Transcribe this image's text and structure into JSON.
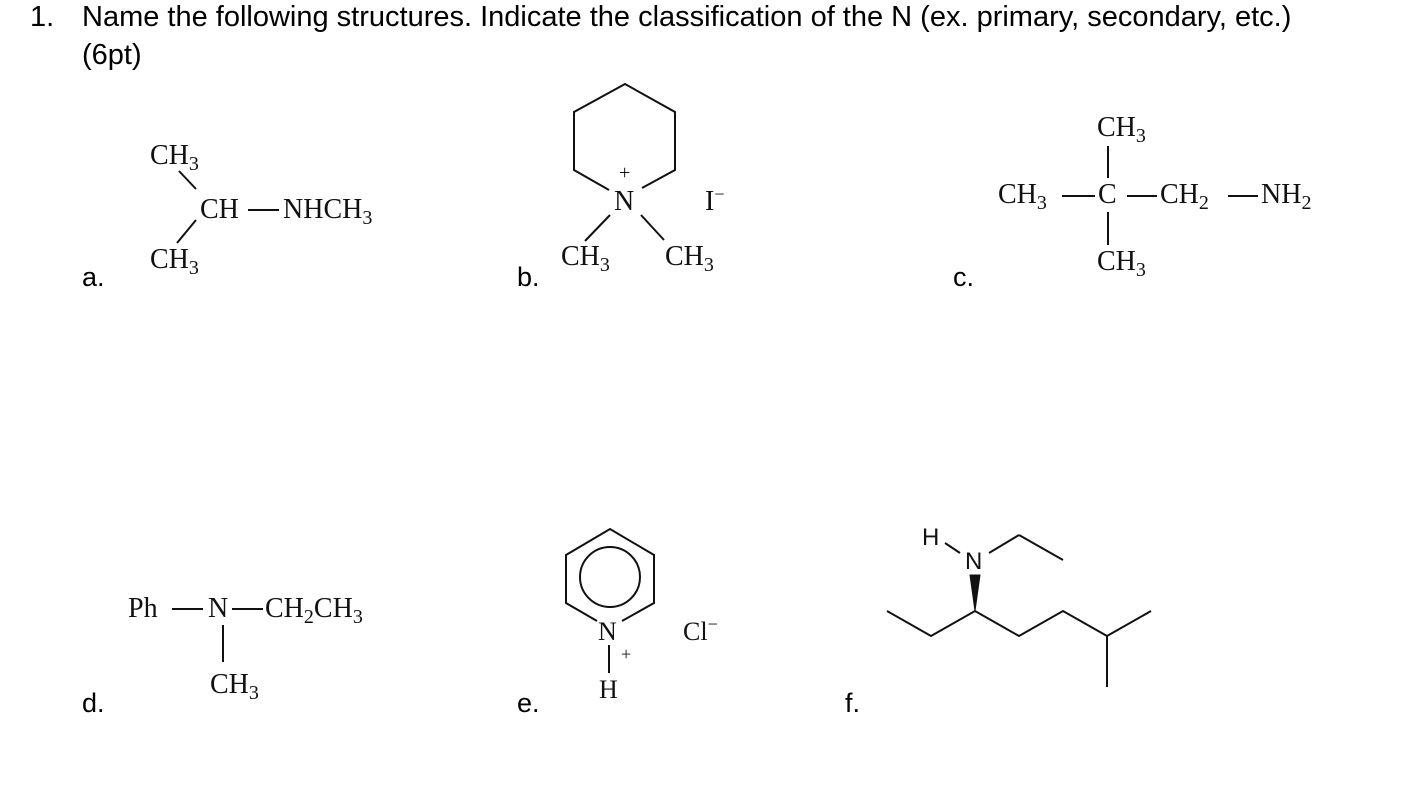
{
  "question": {
    "number": "1.",
    "text": "Name the following structures. Indicate the classification of the N (ex. primary, secondary, etc.)",
    "points": "(6pt)"
  },
  "structures": [
    {
      "label": "a.",
      "groups": {
        "top": "CH",
        "top_sub": "3",
        "center": "CH",
        "right": "NHCH",
        "right_sub": "3",
        "bottom": "CH",
        "bottom_sub": "3"
      }
    },
    {
      "label": "b.",
      "ring": "cyclohexane",
      "n": "N",
      "charge": "+",
      "left": "CH",
      "left_sub": "3",
      "right": "CH",
      "right_sub": "3",
      "counterion": "I",
      "counterion_charge": "−"
    },
    {
      "label": "c.",
      "top": "CH",
      "top_sub": "3",
      "left": "CH",
      "left_sub": "3",
      "center": "C",
      "right1": "CH",
      "right1_sub": "2",
      "right2": "NH",
      "right2_sub": "2",
      "bottom": "CH",
      "bottom_sub": "3"
    },
    {
      "label": "d.",
      "left": "Ph",
      "n": "N",
      "right": "CH",
      "right_sub1": "2",
      "right_mid": "CH",
      "right_sub2": "3",
      "bottom": "CH",
      "bottom_sub": "3"
    },
    {
      "label": "e.",
      "ring": "aromatic pyridinium",
      "n": "N",
      "charge": "+",
      "h": "H",
      "counterion": "Cl",
      "counterion_charge": "−"
    },
    {
      "label": "f.",
      "h": "H",
      "n": "N",
      "stereo": "wedge bond"
    }
  ]
}
